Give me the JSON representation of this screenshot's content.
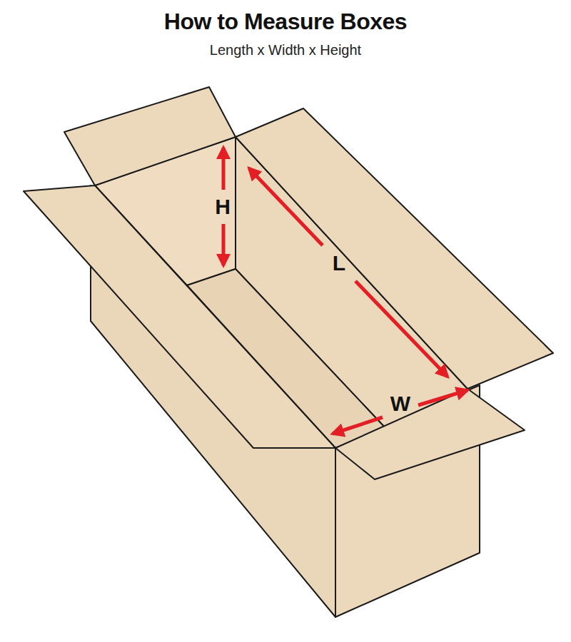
{
  "diagram": {
    "title": "How to Measure Boxes",
    "labels": [
      "Length x Width x Height",
      "H",
      "L",
      "W"
    ]
  }
}
